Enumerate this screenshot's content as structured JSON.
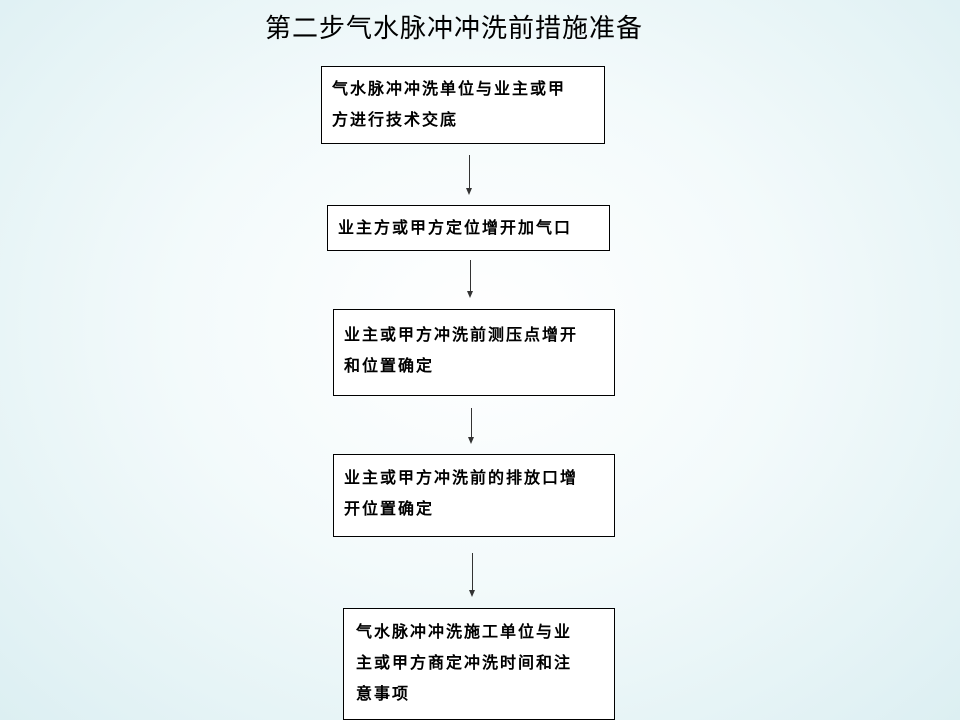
{
  "title": "第二步气水脉冲冲洗前措施准备",
  "steps": [
    {
      "line1": "气水脉冲冲洗单位与业主或甲",
      "line2": "方进行技术交底"
    },
    {
      "line1": "业主方或甲方定位增开加气口"
    },
    {
      "line1": "业主或甲方冲洗前测压点增开",
      "line2": "和位置确定"
    },
    {
      "line1": "业主或甲方冲洗前的排放口增",
      "line2": "开位置确定"
    },
    {
      "line1": "气水脉冲冲洗施工单位与业",
      "line2": "主或甲方商定冲洗时间和注",
      "line3": "意事项"
    }
  ]
}
